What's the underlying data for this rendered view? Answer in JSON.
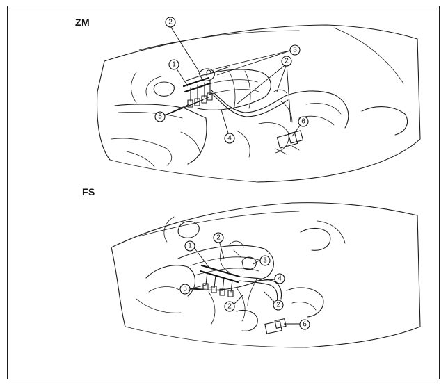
{
  "panels": {
    "zm": {
      "label": "ZM"
    },
    "fs": {
      "label": "FS"
    }
  },
  "callouts": {
    "n1": "1",
    "n2": "2",
    "n3": "3",
    "n4": "4",
    "n5": "5",
    "n6": "6"
  }
}
